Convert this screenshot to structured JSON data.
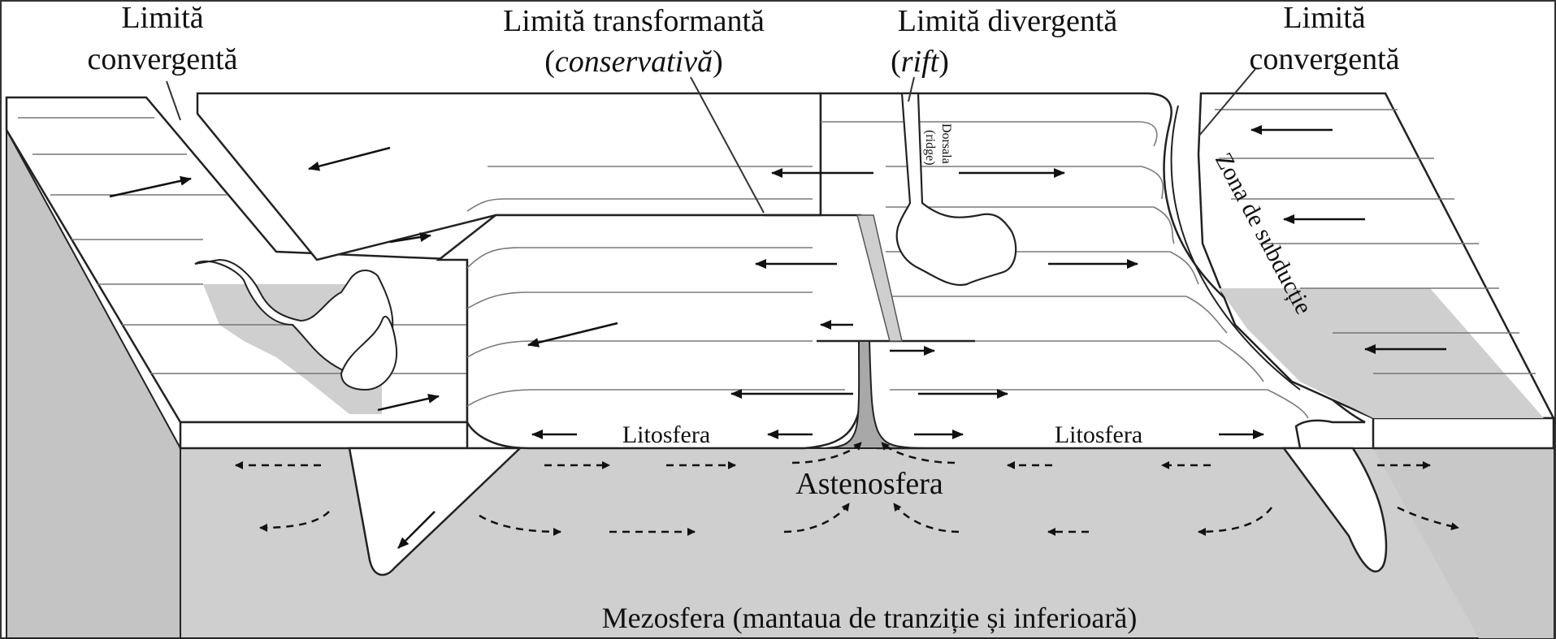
{
  "labels": {
    "conv_left_1": "Limită",
    "conv_left_2": "convergentă",
    "transform_1": "Limită transformantă",
    "transform_2_open": "(",
    "transform_2_italic": "conservativă",
    "transform_2_close": ")",
    "divergent_1": "Limită divergentă",
    "divergent_2_open": "(",
    "divergent_2_italic": "rift",
    "divergent_2_close": ")",
    "conv_right_1": "Limită",
    "conv_right_2": "convergentă",
    "ridge_1": "Dorsala",
    "ridge_2": "(ridge)",
    "subduction": "Zona de subducție",
    "lithosphere_left": "Litosfera",
    "lithosphere_right": "Litosfera",
    "asthenosphere": "Astenosfera",
    "mesosphere": "Mezosfera (mantaua de tranziție și inferioară)"
  },
  "colors": {
    "mantle": "#cfcfcf",
    "mantle_dark": "#bdbdbd",
    "plate": "#ffffff",
    "line": "#222222",
    "thin_line": "#8a8a8a"
  }
}
